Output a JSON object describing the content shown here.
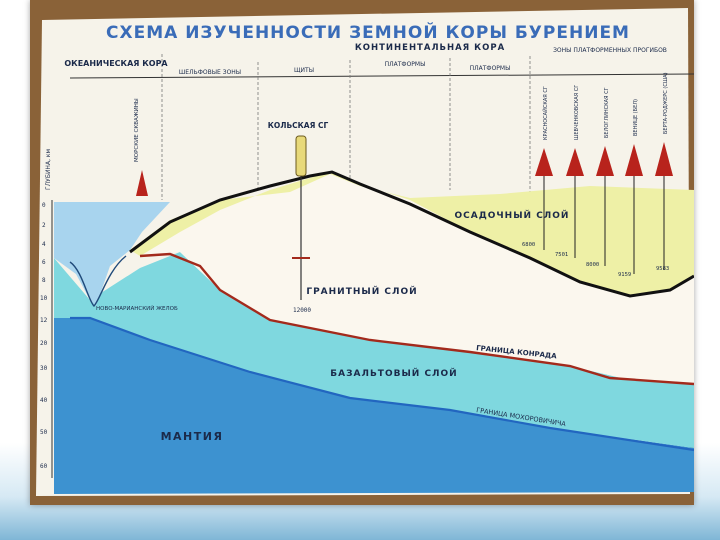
{
  "title": "СХЕМА ИЗУЧЕННОСТИ ЗЕМНОЙ КОРЫ БУРЕНИЕМ",
  "headers": {
    "oceanic": "ОКЕАНИЧЕСКАЯ КОРА",
    "continental": "КОНТИНЕНТАЛЬНАЯ КОРА",
    "zones": [
      "ШЕЛЬФОВЫЕ ЗОНЫ",
      "ЩИТЫ",
      "ПЛАТФОРМЫ",
      "ПЛАТФОРМЫ",
      "ЗОНЫ ПЛАТФОРМЕННЫХ ПРОГИБОВ"
    ]
  },
  "depth_axis": {
    "label": "ГЛУБИНА, км",
    "ticks": [
      "0",
      "2",
      "4",
      "6",
      "8",
      "10",
      "12",
      "20",
      "30",
      "40",
      "50",
      "60"
    ]
  },
  "layers": {
    "sedimentary": "ОСАДОЧНЫЙ СЛОЙ",
    "granite": "ГРАНИТНЫЙ СЛОЙ",
    "basalt": "БАЗАЛЬТОВЫЙ СЛОЙ",
    "mantle": "МАНТИЯ"
  },
  "boundaries": {
    "conrad": "ГРАНИЦА КОНРАДА",
    "moho": "ГРАНИЦА МОХОРОВИЧИЧА"
  },
  "wells": {
    "kola": "КОЛЬСКАЯ СГ",
    "kola_depth": "12000",
    "ocean_well": "МОРСКИЕ СКВАЖИНЫ",
    "trench": "НОВО-МАРИАНСКИЙ ЖЕЛОБ",
    "platform_wells": [
      "КРАСНОСАЙСКАЯ СГ",
      "ШЕВЧЕНКОВСКАЯ СГ",
      "БЕЛОГЛИНСКАЯ СГ",
      "ВЕНИЦЕ (БЕЛ)",
      "БЕРТА-РОДЖЕРС (США)"
    ],
    "platform_depths": [
      "6800",
      "7501",
      "8000",
      "9159",
      "9583"
    ]
  },
  "colors": {
    "sedimentary": "#eef0a6",
    "granite": "#fbf7ee",
    "basalt": "#7fd8df",
    "mantle": "#3d92d0",
    "ocean": "#a8d4ee",
    "crust_line": "#111111",
    "conrad_line": "#a32a1c",
    "moho_line": "#2266c0",
    "well_marker": "#b8231c"
  }
}
